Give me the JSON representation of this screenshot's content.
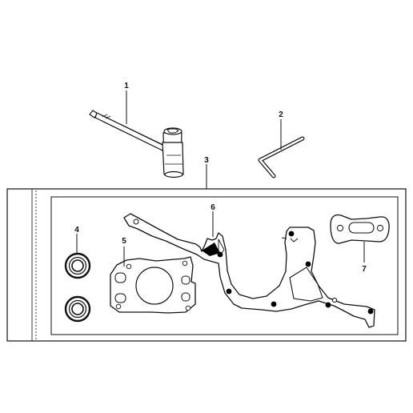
{
  "callouts": [
    {
      "id": "1",
      "part": "combination-spanner"
    },
    {
      "id": "2",
      "part": "hex-key"
    },
    {
      "id": "3",
      "part": "gasket-kit"
    },
    {
      "id": "4",
      "part": "seal-rings"
    },
    {
      "id": "5",
      "part": "cylinder-gasket"
    },
    {
      "id": "6",
      "part": "crankcase-gasket"
    },
    {
      "id": "7",
      "part": "muffler-gasket"
    }
  ],
  "colors": {
    "line": "#111111",
    "fill": "#ffffff",
    "dot": "#000000"
  }
}
